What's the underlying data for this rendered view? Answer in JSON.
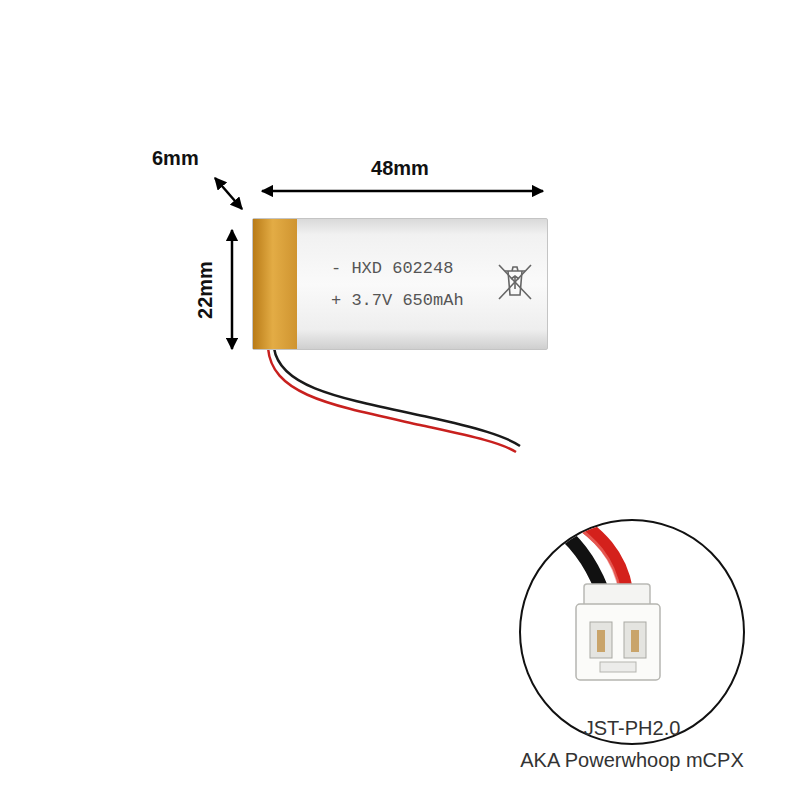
{
  "diagram": {
    "nodes": [
      {
        "text": [
          "- HXD 602248",
          "+ 3.7V 650mAh"
        ]
      }
    ],
    "labels": [
      "6mm",
      "48mm",
      "22mm",
      "JST-PH2.0",
      "AKA Powerwhoop mCPX"
    ]
  }
}
